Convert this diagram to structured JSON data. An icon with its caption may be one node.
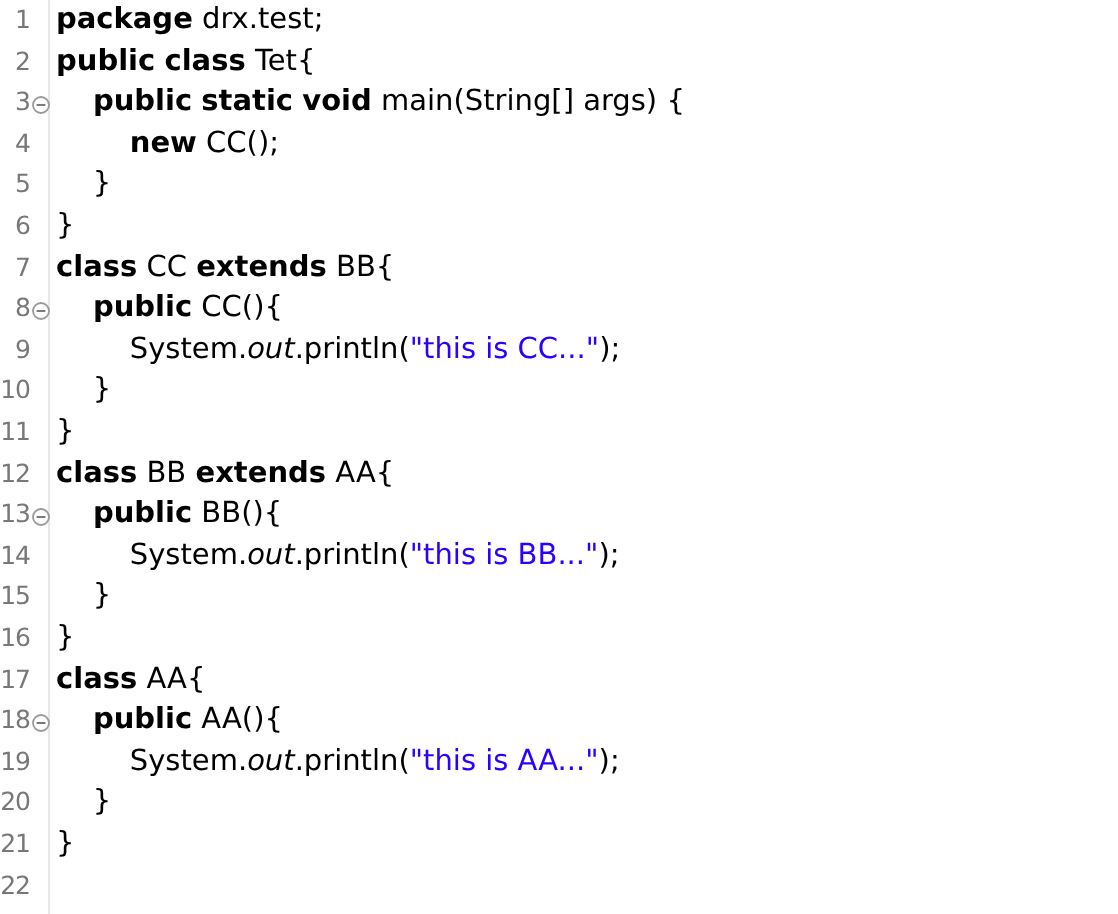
{
  "diagram": {
    "labels": [
      "1",
      "**package** drx.test;",
      "2",
      "**public** **class** Tet{",
      "3",
      "    **public** **static** **void** main(String[] args) {",
      "4",
      "        **new** CC();",
      "5",
      "    }",
      "6",
      "}",
      "7",
      "**class** CC **extends** BB{",
      "8",
      "    **public** CC(){",
      "9",
      "        System.*out*.println(\"this is CC...\");",
      "10",
      "    }",
      "11",
      "}",
      "12",
      "**class** BB **extends** AA{",
      "13",
      "    **public** BB(){",
      "14",
      "        System.*out*.println(\"this is BB...\");",
      "15",
      "    }",
      "16",
      "}",
      "17",
      "**class** AA{",
      "18",
      "    **public** AA(){",
      "19",
      "        System.*out*.println(\"this is AA...\");",
      "20",
      "    }",
      "21",
      "}",
      "22"
    ]
  }
}
